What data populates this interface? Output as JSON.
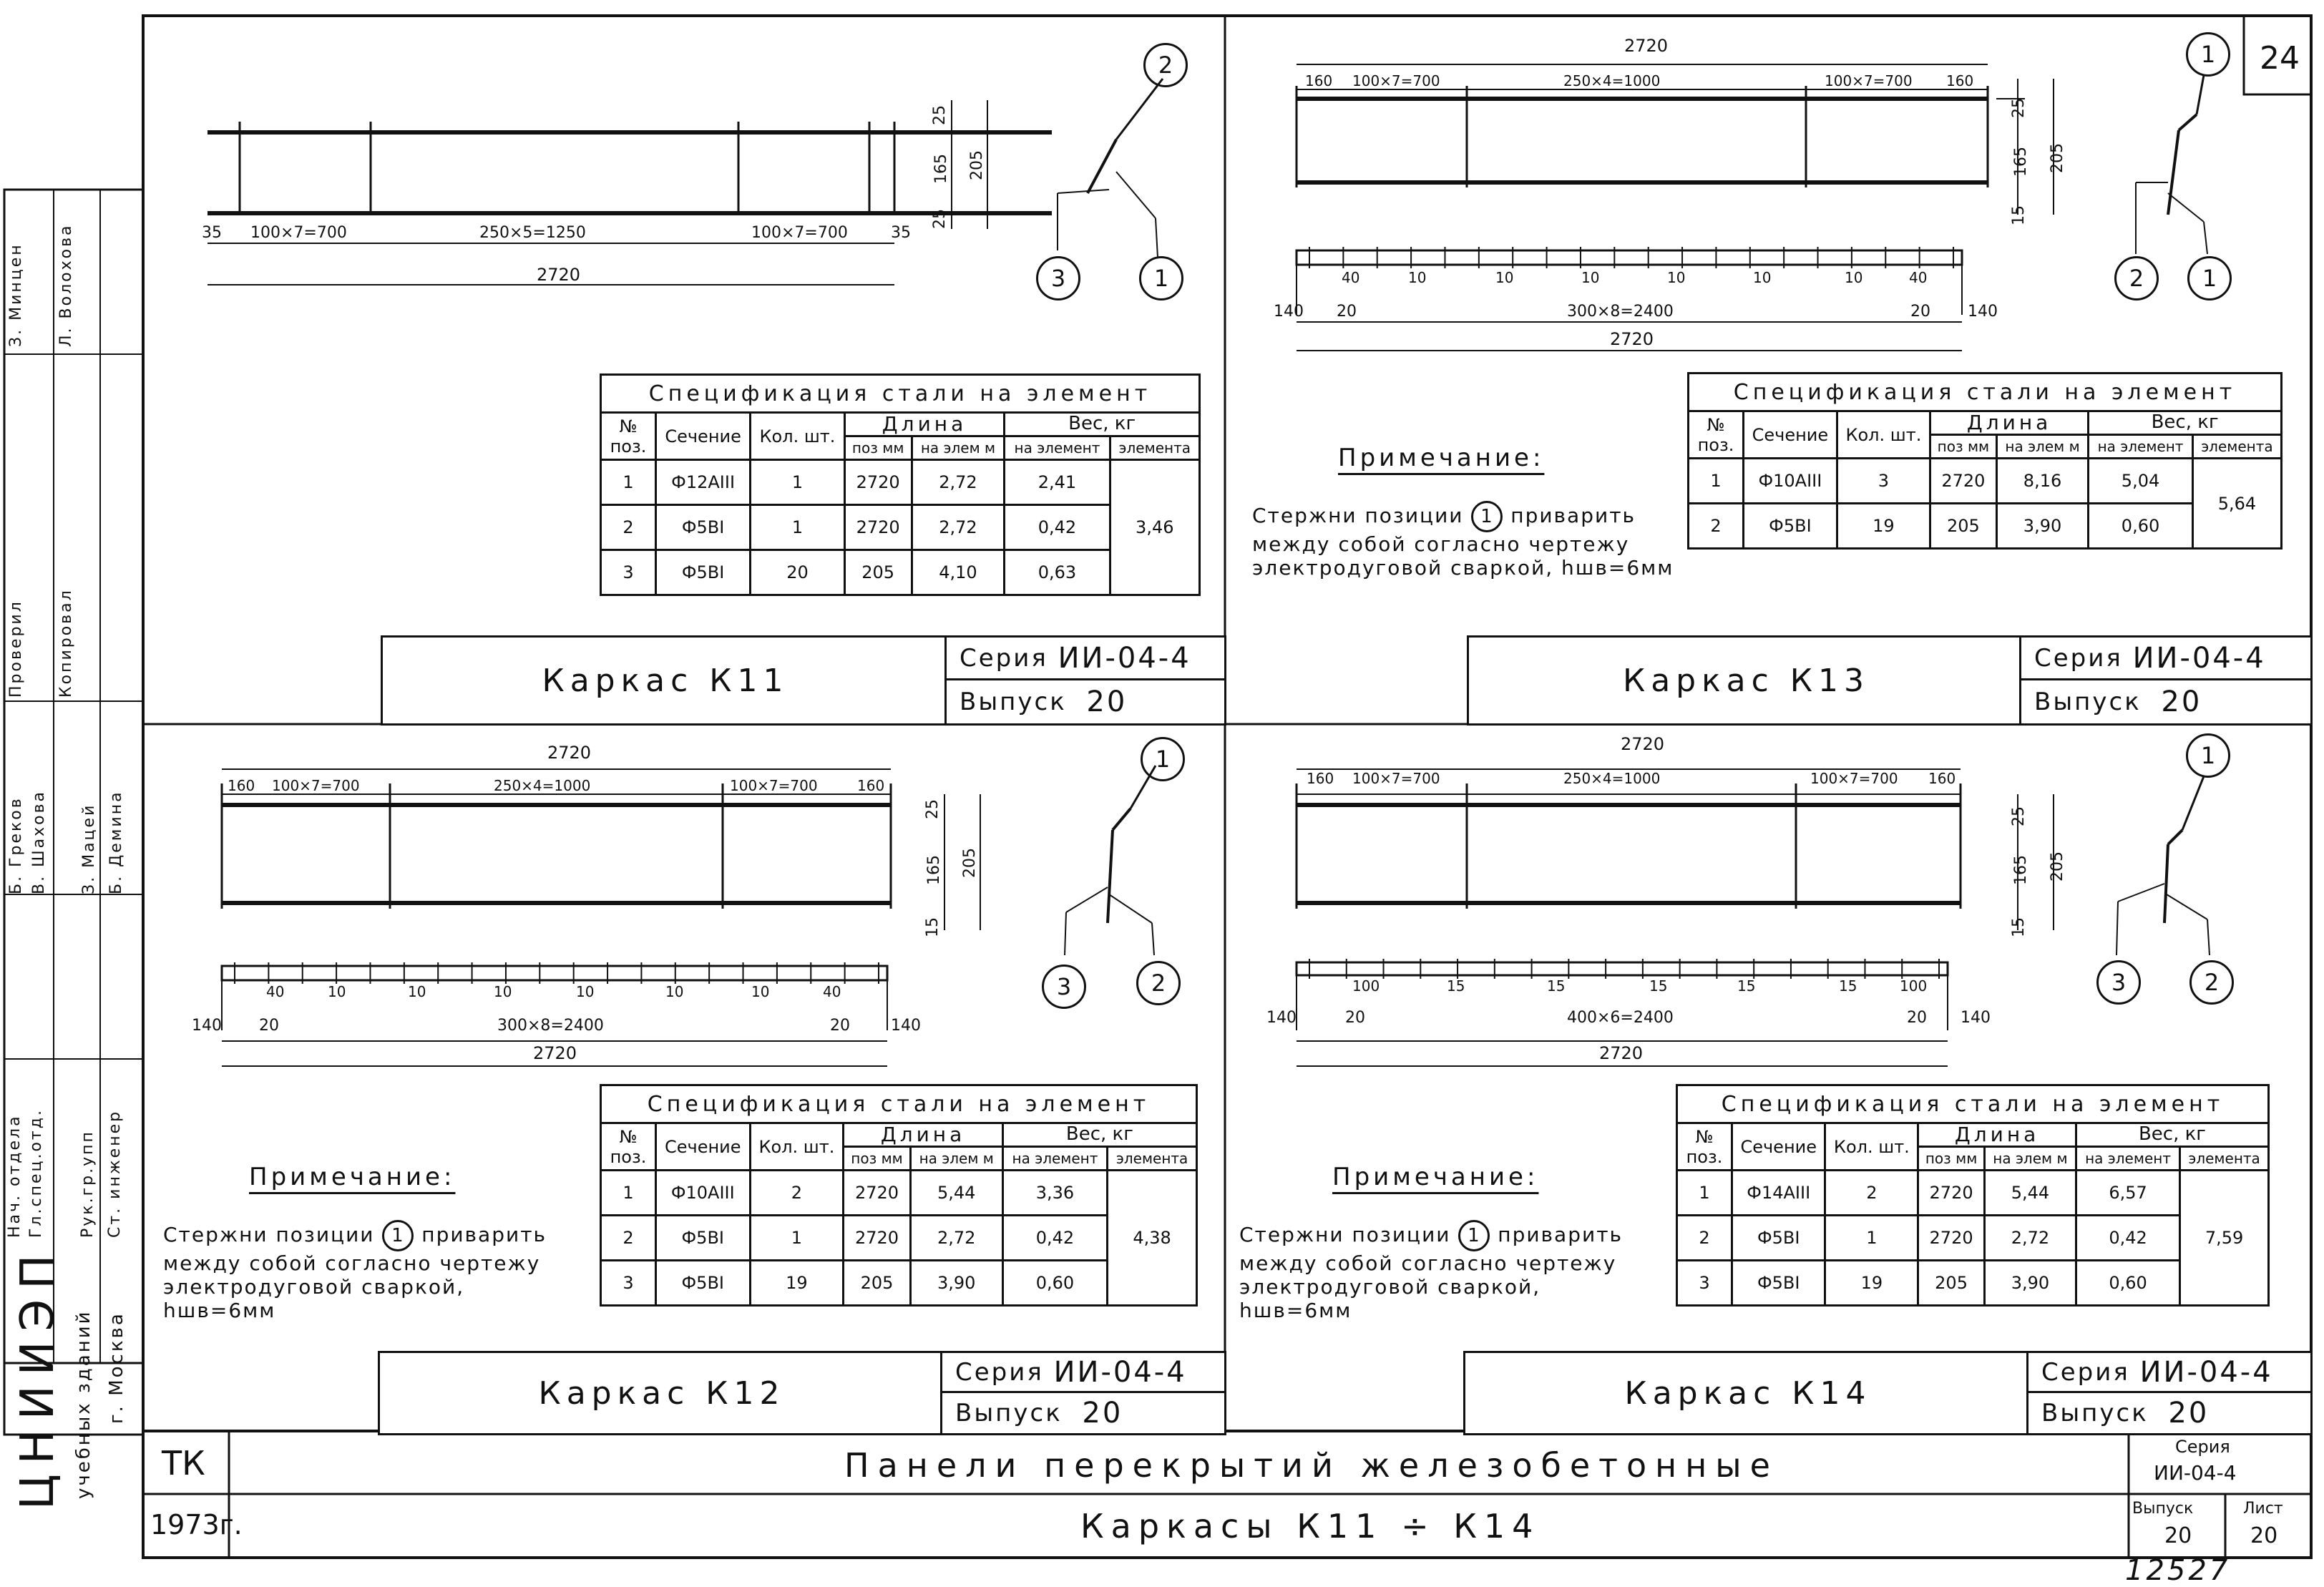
{
  "page": {
    "sheet_number": "24",
    "inventory_number": "12527"
  },
  "stamp": {
    "org": "ЦНИИЭП",
    "org_sub": "учебных зданий",
    "city": "г. Москва",
    "roles": [
      "Нач. отдела",
      "Гл.спец.отд.",
      "Рук.гр.упп",
      "Ст. инженер",
      "Проверил",
      "Копировал"
    ],
    "names": [
      "Б. Греков",
      "В. Шахова",
      "З. Мацей",
      "Б. Демина",
      "З. Минцен",
      "Л. Волохова"
    ]
  },
  "title_block": {
    "tk": "ТК",
    "year": "1973г.",
    "main_title": "Панели перекрытий железобетонные",
    "subtitle": "Каркасы К11 ÷ К14",
    "series_label": "Серия",
    "series_value": "ИИ-04-4",
    "issue_label": "Выпуск",
    "issue_value": "20",
    "sheet_label": "Лист",
    "sheet_value": "20"
  },
  "common": {
    "spec_title": "Спецификация стали на элемент",
    "col_pos": "№ поз.",
    "col_section": "Сечение",
    "col_qty": "Кол. шт.",
    "col_length": "Длина",
    "col_len_pos": "поз мм",
    "col_len_elem": "на элем м",
    "col_weight": "Вес, кг",
    "col_w_elem": "на элемент",
    "col_w_total": "элемента",
    "series_label": "Серия",
    "series_value": "ИИ-04-4",
    "issue_label": "Выпуск",
    "issue_value": "20",
    "note_title": "Примечание:",
    "note_text_1": "Стержни позиции",
    "note_text_2": "приварить между собой согласно чертежу электродуговой сваркой, hшв=6мм"
  },
  "frames": {
    "k11": {
      "name": "Каркас К11",
      "rows": [
        {
          "pos": "1",
          "section": "Ф12АIII",
          "qty": "1",
          "len_pos": "2720",
          "len_elem": "2,72",
          "w_elem": "2,41"
        },
        {
          "pos": "2",
          "section": "Ф5ВI",
          "qty": "1",
          "len_pos": "2720",
          "len_elem": "2,72",
          "w_elem": "0,42"
        },
        {
          "pos": "3",
          "section": "Ф5ВI",
          "qty": "20",
          "len_pos": "205",
          "len_elem": "4,10",
          "w_elem": "0,63"
        }
      ],
      "total": "3,46",
      "dims": {
        "total": "2720",
        "ends": "35",
        "side": "100×7=700",
        "mid": "250×5=1250",
        "h_top": "25",
        "h_mid": "165",
        "h_bot": "25",
        "h_all": "205"
      },
      "callouts": [
        "2",
        "3",
        "1"
      ]
    },
    "k12": {
      "name": "Каркас К12",
      "rows": [
        {
          "pos": "1",
          "section": "Ф10АIII",
          "qty": "2",
          "len_pos": "2720",
          "len_elem": "5,44",
          "w_elem": "3,36"
        },
        {
          "pos": "2",
          "section": "Ф5ВI",
          "qty": "1",
          "len_pos": "2720",
          "len_elem": "2,72",
          "w_elem": "0,42"
        },
        {
          "pos": "3",
          "section": "Ф5ВI",
          "qty": "19",
          "len_pos": "205",
          "len_elem": "3,90",
          "w_elem": "0,60"
        }
      ],
      "total": "4,38",
      "dims": {
        "total": "2720",
        "ends": "160",
        "side": "100×7=700",
        "mid": "250×4=1000",
        "h_top": "25",
        "h_mid": "165",
        "h_bot": "15",
        "h_all": "205",
        "plan_ends": "140",
        "plan_small": "20",
        "plan_mid": "300×8=2400",
        "plan_10": "10",
        "plan_40": "40"
      },
      "callouts": [
        "1",
        "3",
        "2"
      ]
    },
    "k13": {
      "name": "Каркас К13",
      "rows": [
        {
          "pos": "1",
          "section": "Ф10АIII",
          "qty": "3",
          "len_pos": "2720",
          "len_elem": "8,16",
          "w_elem": "5,04"
        },
        {
          "pos": "2",
          "section": "Ф5ВI",
          "qty": "19",
          "len_pos": "205",
          "len_elem": "3,90",
          "w_elem": "0,60"
        }
      ],
      "total": "5,64",
      "dims": {
        "total": "2720",
        "ends": "160",
        "side": "100×7=700",
        "mid": "250×4=1000",
        "h_top": "25",
        "h_mid": "165",
        "h_bot": "15",
        "h_all": "205",
        "plan_ends": "140",
        "plan_small": "20",
        "plan_mid": "300×8=2400",
        "plan_10": "10",
        "plan_40": "40"
      },
      "callouts": [
        "1",
        "2",
        "1"
      ]
    },
    "k14": {
      "name": "Каркас К14",
      "rows": [
        {
          "pos": "1",
          "section": "Ф14АIII",
          "qty": "2",
          "len_pos": "2720",
          "len_elem": "5,44",
          "w_elem": "6,57"
        },
        {
          "pos": "2",
          "section": "Ф5ВI",
          "qty": "1",
          "len_pos": "2720",
          "len_elem": "2,72",
          "w_elem": "0,42"
        },
        {
          "pos": "3",
          "section": "Ф5ВI",
          "qty": "19",
          "len_pos": "205",
          "len_elem": "3,90",
          "w_elem": "0,60"
        }
      ],
      "total": "7,59",
      "dims": {
        "total": "2720",
        "ends": "160",
        "side": "100×7=700",
        "mid": "250×4=1000",
        "h_top": "25",
        "h_mid": "165",
        "h_bot": "15",
        "h_all": "205",
        "plan_ends": "140",
        "plan_small": "20",
        "plan_mid": "400×6=2400",
        "plan_100": "100",
        "plan_15": "15"
      },
      "callouts": [
        "1",
        "3",
        "2"
      ]
    }
  }
}
